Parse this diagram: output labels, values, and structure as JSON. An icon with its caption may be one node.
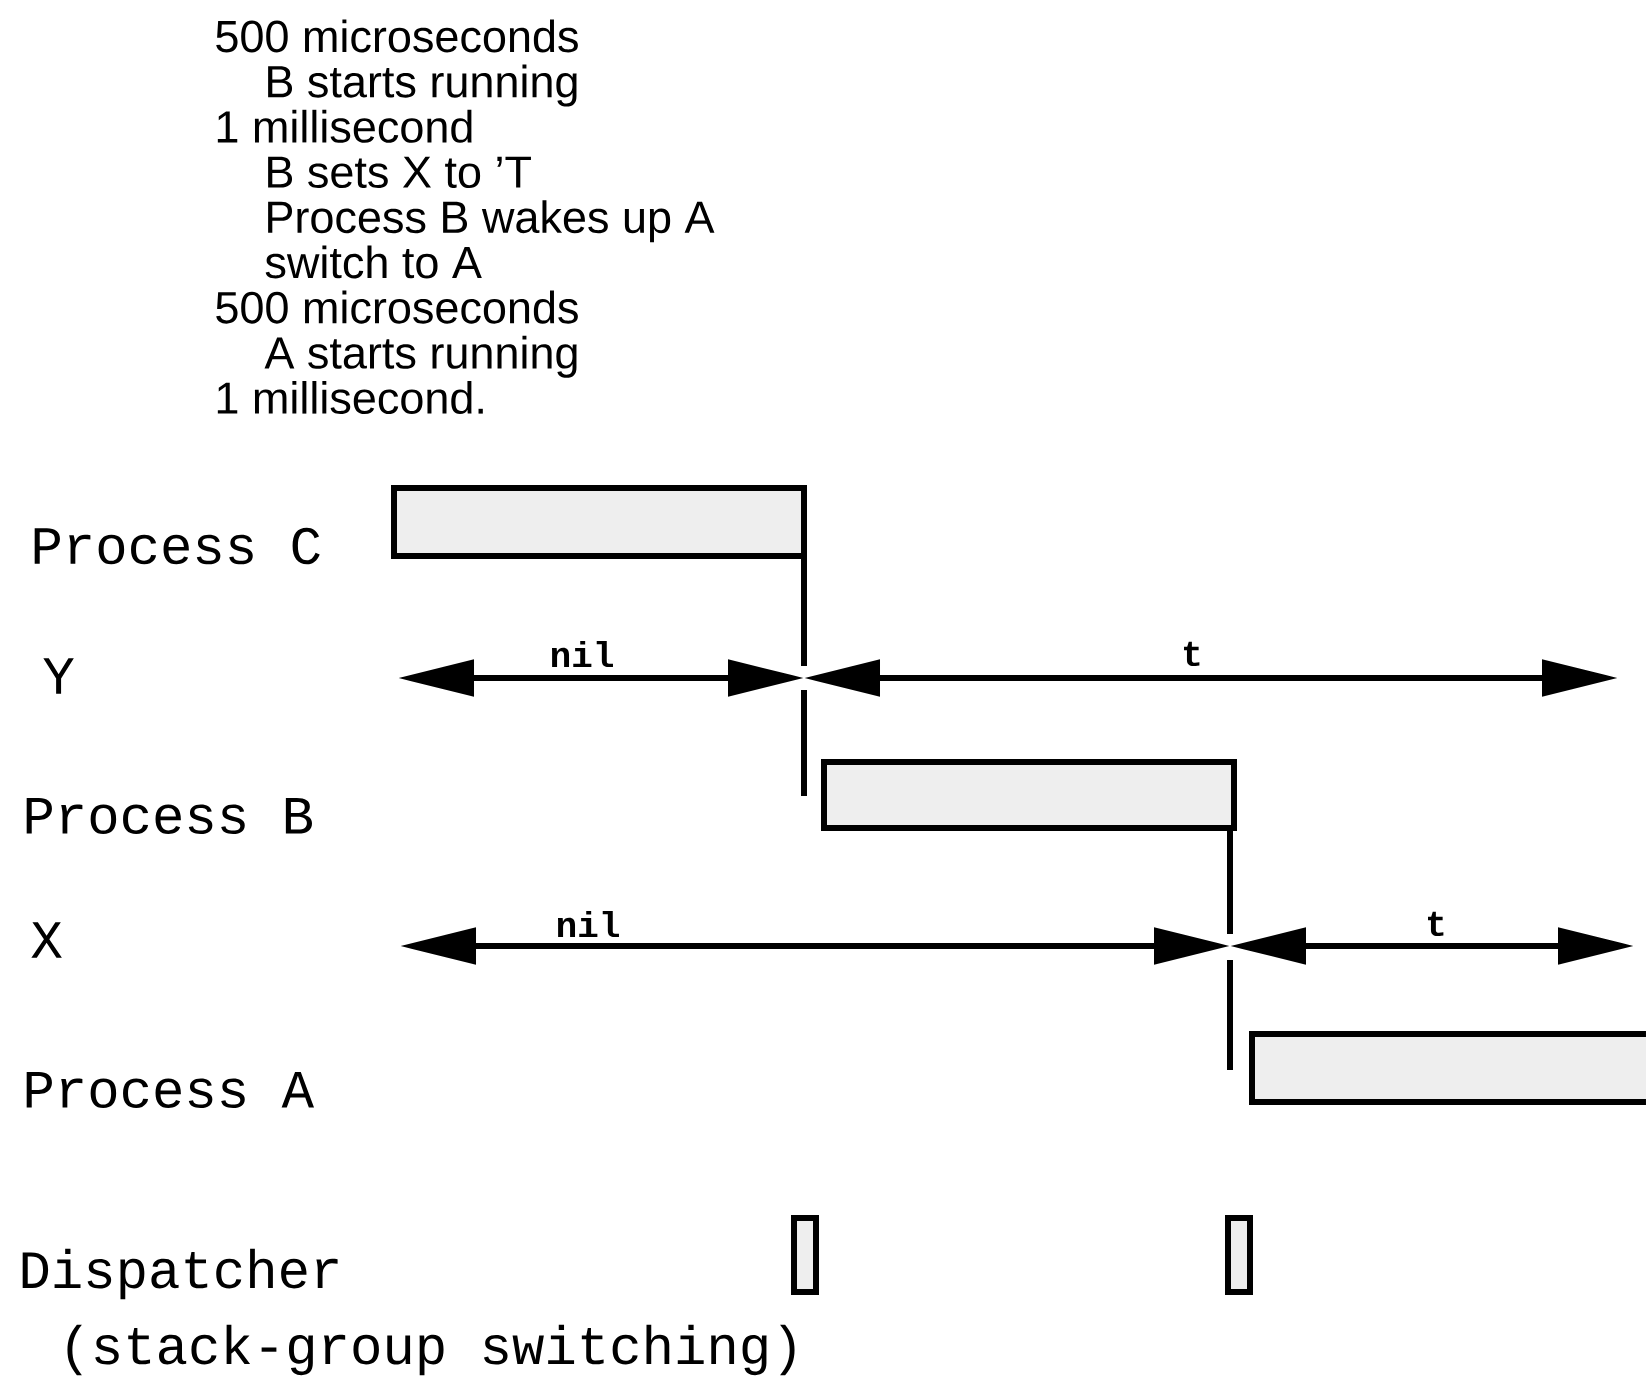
{
  "diagram": {
    "nodes": [
      {
        "text": [],
        "shape": "bar"
      },
      {
        "text": [],
        "shape": "bar"
      },
      {
        "text": [],
        "shape": "bar"
      },
      {
        "text": [],
        "shape": "bar"
      },
      {
        "text": [],
        "shape": "bar"
      }
    ],
    "labels": [
      "500 microseconds",
      "B starts running",
      "1 millisecond",
      "B sets X to ’T",
      "Process B wakes up A",
      "switch to A",
      "500 microseconds",
      "A starts running",
      "1 millisecond.",
      "Process C",
      "Y",
      "nil",
      "t",
      "Process B",
      "X",
      "nil",
      "t",
      "Process A",
      "Dispatcher",
      "(stack-group switching)"
    ]
  }
}
